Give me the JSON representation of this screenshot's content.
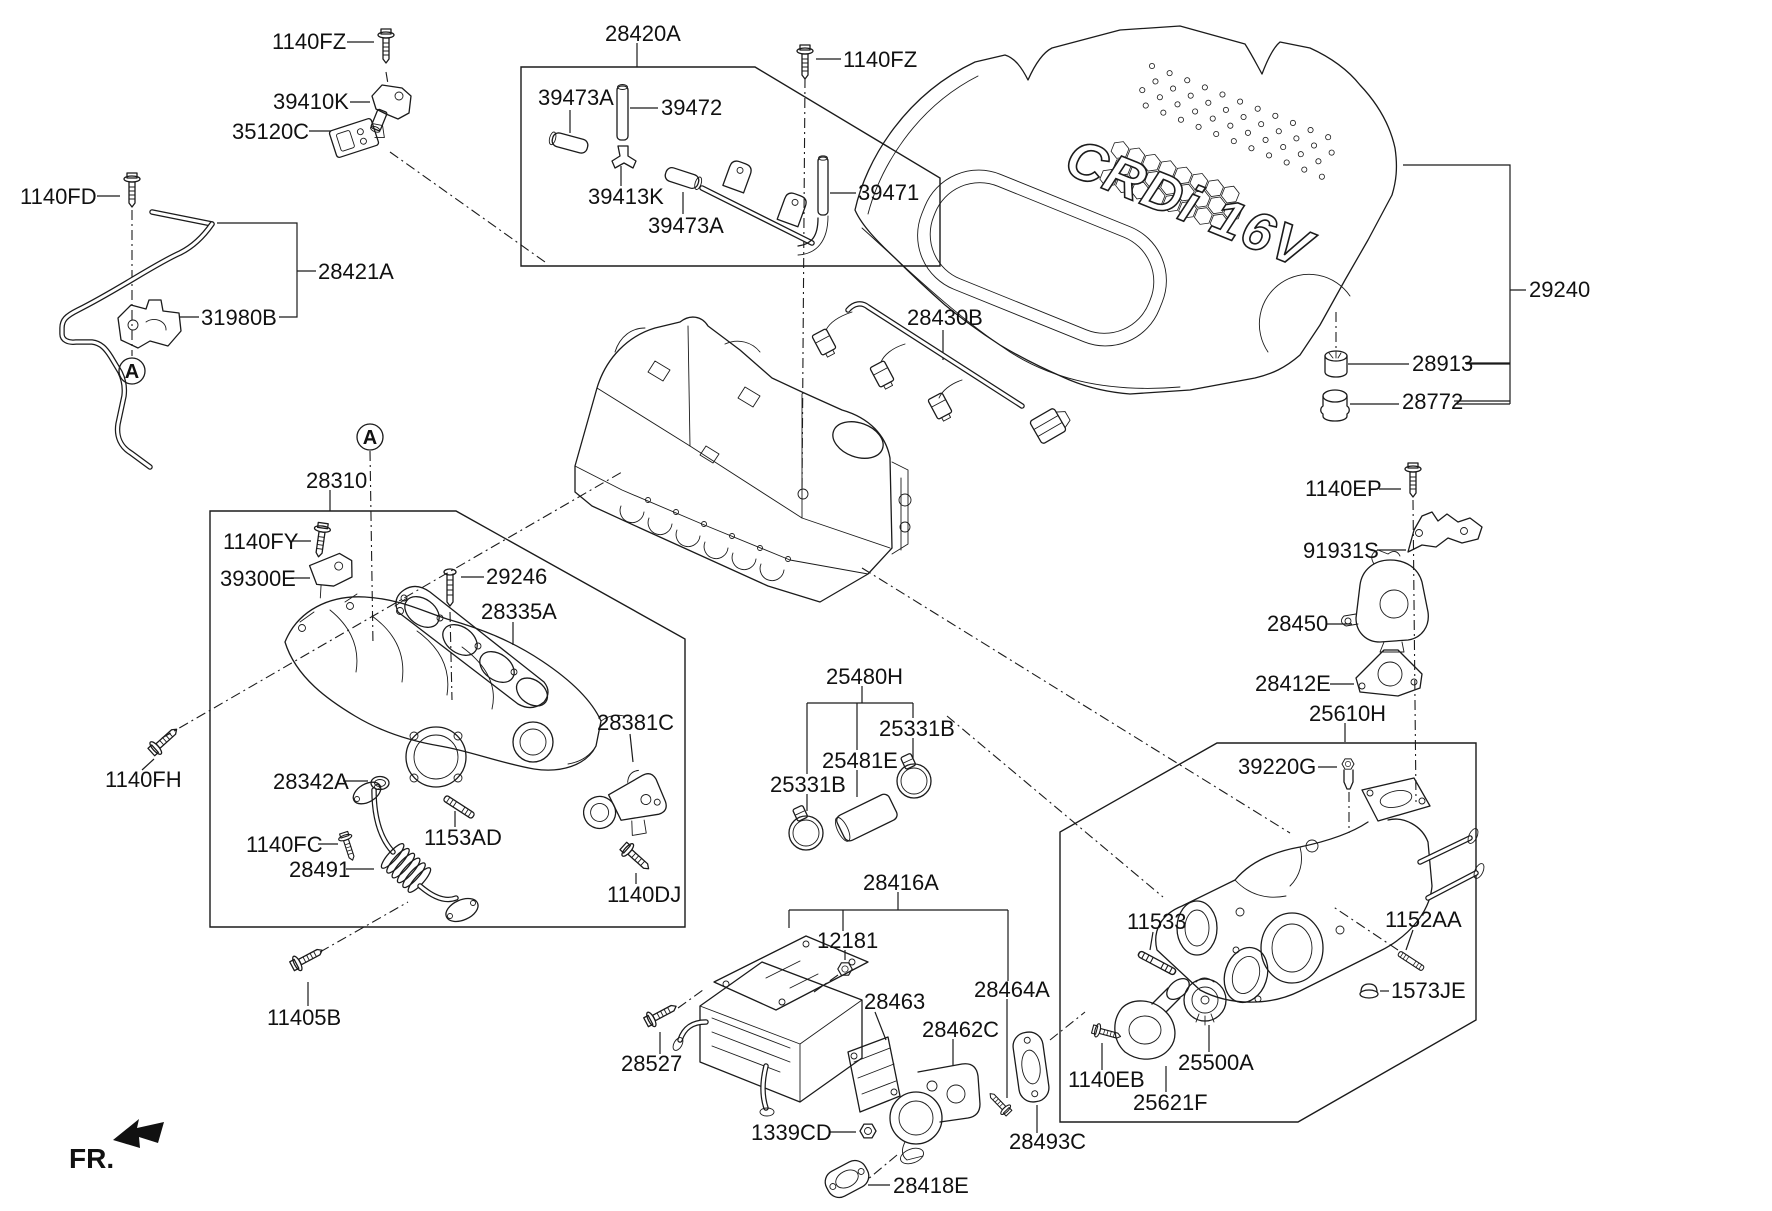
{
  "diagram": {
    "kind": "engine-intake-manifold-parts-diagram",
    "fr_label": "FR.",
    "view_callout": "A",
    "engine_cover_text": "CRDi 16V",
    "labels": {
      "p1140FZ": "1140FZ",
      "p39410K": "39410K",
      "p35120C": "35120C",
      "p1140FD": "1140FD",
      "p28421A": "28421A",
      "p31980B": "31980B",
      "p28420A": "28420A",
      "p39473A": "39473A",
      "p39472": "39472",
      "p39413K": "39413K",
      "p39471": "39471",
      "p28430B": "28430B",
      "p29240": "29240",
      "p28913": "28913",
      "p28772": "28772",
      "p28310": "28310",
      "p1140FY": "1140FY",
      "p39300E": "39300E",
      "p29246": "29246",
      "p28335A": "28335A",
      "p28381C": "28381C",
      "p28342A": "28342A",
      "p1140FH": "1140FH",
      "p1153AD": "1153AD",
      "p1140FC": "1140FC",
      "p28491": "28491",
      "p1140DJ": "1140DJ",
      "p11405B": "11405B",
      "p25480H": "25480H",
      "p25331B": "25331B",
      "p25481E": "25481E",
      "p28416A": "28416A",
      "p12181": "12181",
      "p28463": "28463",
      "p28464A": "28464A",
      "p28462C": "28462C",
      "p28527": "28527",
      "p1339CD": "1339CD",
      "p28418E": "28418E",
      "p28493C": "28493C",
      "p1140EP": "1140EP",
      "p91931S": "91931S",
      "p28450": "28450",
      "p28412E": "28412E",
      "p25610H": "25610H",
      "p39220G": "39220G",
      "p11533": "11533",
      "p1152AA": "1152AA",
      "p1573JE": "1573JE",
      "p25500A": "25500A",
      "p1140EB": "1140EB",
      "p25621F": "25621F"
    }
  }
}
